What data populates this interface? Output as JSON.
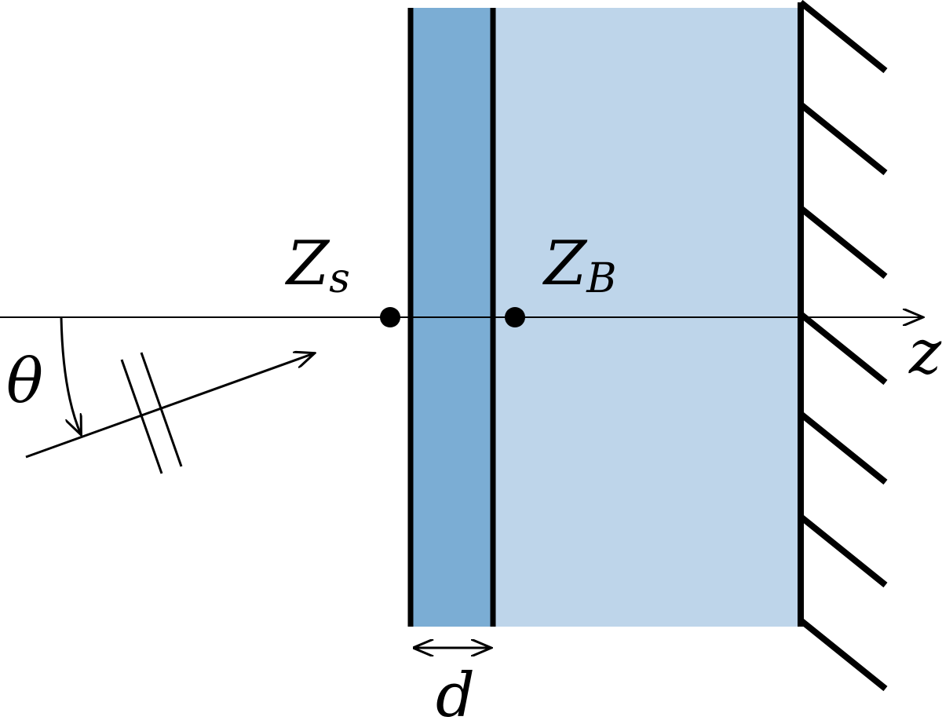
{
  "labels": {
    "theta": "θ",
    "zs_main": "Z",
    "zs_sub": "s",
    "zb_main": "Z",
    "zb_sub": "B",
    "axis": "z",
    "thickness": "d"
  },
  "colors": {
    "layer_dark": "#7badd4",
    "layer_light": "#bed5ea",
    "ink": "#000000",
    "background": "#ffffff"
  }
}
